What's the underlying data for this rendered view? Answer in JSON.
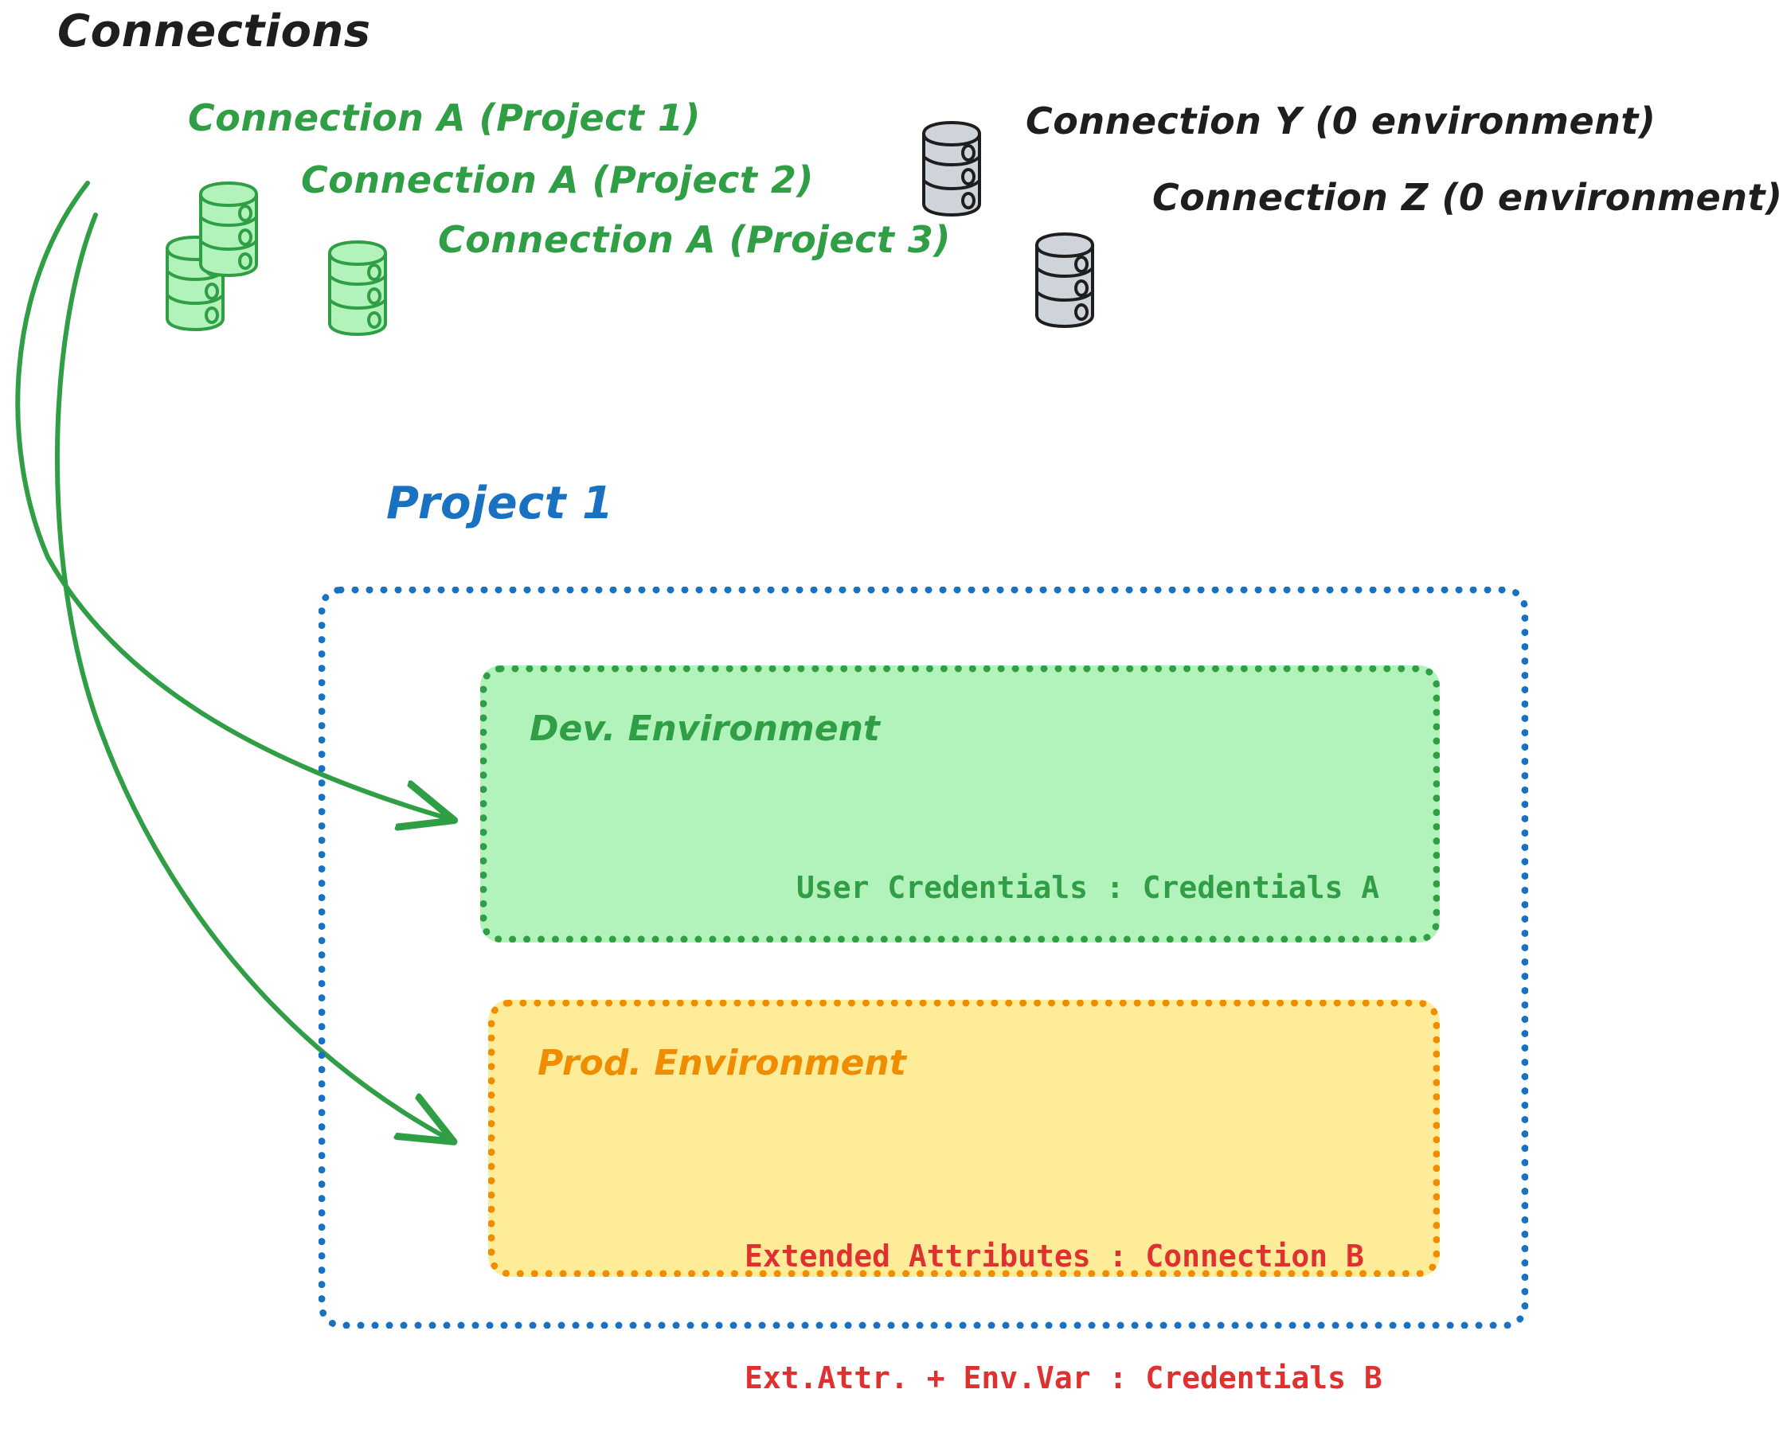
{
  "heading": "Connections",
  "connections": [
    {
      "id": "connection-a-project-1",
      "label": "Connection A (Project 1)",
      "color": "#2f9e44",
      "state": "assigned",
      "icon": "database-icon"
    },
    {
      "id": "connection-a-project-2",
      "label": "Connection A (Project 2)",
      "color": "#2f9e44",
      "state": "assigned",
      "icon": "database-icon"
    },
    {
      "id": "connection-a-project-3",
      "label": "Connection A (Project 3)",
      "color": "#2f9e44",
      "state": "assigned",
      "icon": "database-icon"
    },
    {
      "id": "connection-y",
      "label": "Connection Y (0 environment)",
      "color": "#1e1e1e",
      "state": "unassigned",
      "icon": "database-icon"
    },
    {
      "id": "connection-z",
      "label": "Connection Z (0 environment)",
      "color": "#1e1e1e",
      "state": "unassigned",
      "icon": "database-icon"
    }
  ],
  "project": {
    "title": "Project 1",
    "border_color": "#1971c2",
    "environments": [
      {
        "id": "dev-environment",
        "title": "Dev. Environment",
        "fill": "#b2f2bb",
        "border_color": "#2f9e44",
        "text_color": "#2f9e44",
        "lines": [
          "User Credentials : Credentials A"
        ]
      },
      {
        "id": "prod-environment",
        "title": "Prod. Environment",
        "fill": "#ffec99",
        "border_color": "#f08c00",
        "text_color": "#e03131",
        "lines": [
          "Extended Attributes : Connection B",
          "Ext.Attr. + Env.Var : Credentials B"
        ]
      }
    ]
  },
  "arrows": [
    {
      "id": "arrow-to-dev-environment",
      "from": "connection-a-project-1",
      "to": "dev-environment",
      "color": "#2f9e44"
    },
    {
      "id": "arrow-to-prod-environment",
      "from": "connection-a-project-1",
      "to": "prod-environment",
      "color": "#2f9e44"
    }
  ],
  "palette": {
    "green_stroke": "#2f9e44",
    "green_fill": "#b2f2bb",
    "orange_stroke": "#f08c00",
    "yellow_fill": "#ffec99",
    "blue_stroke": "#1971c2",
    "red_text": "#e03131",
    "grey_stroke": "#1e1e1e",
    "grey_fill": "#ced4da"
  }
}
